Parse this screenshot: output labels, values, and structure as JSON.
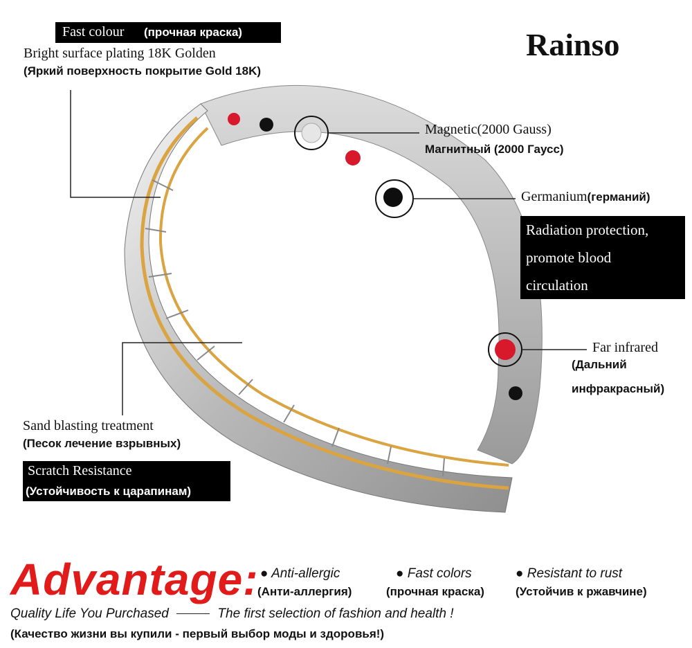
{
  "brand": "Rainso",
  "callouts": {
    "fast_colour": {
      "en": "Fast colour",
      "ru": "(прочная краска)"
    },
    "plating": {
      "en": "Bright surface plating 18K Golden",
      "ru": "(Яркий поверхность покрытие Gold 18K)"
    },
    "magnetic": {
      "en": "Magnetic(2000 Gauss)",
      "ru": "Магнитный (2000 Гаусс)"
    },
    "germanium": {
      "en": "Germanium",
      "ru": "(германий)"
    },
    "radiation": {
      "line1": "Radiation protection,",
      "line2": "promote blood",
      "line3": "circulation"
    },
    "far_infrared": {
      "en": "Far infrared",
      "ru_line1": "(Дальний",
      "ru_line2": "инфракрасный)"
    },
    "sand_blasting": {
      "en": "Sand blasting treatment",
      "ru": "(Песок лечение взрывных)"
    },
    "scratch": {
      "en": "Scratch Resistance",
      "ru": "(Устойчивость к царапинам)"
    }
  },
  "advantage": {
    "title": "Advantage:",
    "items": [
      {
        "en": "Anti-allergic",
        "ru": "(Анти-аллергия)"
      },
      {
        "en": "Fast colors",
        "ru": "(прочная краска)"
      },
      {
        "en": "Resistant to rust",
        "ru": "(Устойчив к ржавчине)"
      }
    ],
    "quality_left": "Quality Life You Purchased",
    "quality_right": "The first selection of fashion and health !",
    "quality_ru": "(Качество жизни вы купили - первый выбор моды и  здоровья!)"
  },
  "colors": {
    "accent_red": "#e11a1a",
    "gold": "#d9a441",
    "silver": "#c9c9c9"
  },
  "icons": {
    "bullet": "bullet-dot-icon"
  }
}
